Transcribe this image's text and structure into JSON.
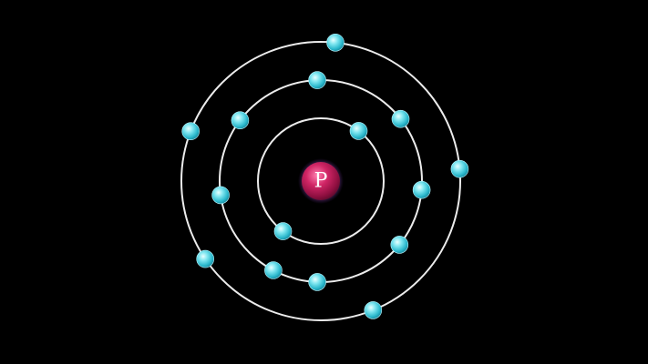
{
  "atom": {
    "nucleus": {
      "symbol": "P",
      "color": "#c2185b"
    },
    "shells": [
      {
        "name": "shell-1",
        "electron_count": 2
      },
      {
        "name": "shell-2",
        "electron_count": 8
      },
      {
        "name": "shell-3",
        "electron_count": 5
      }
    ]
  },
  "colors": {
    "background": "#000000",
    "orbit": "#ececec",
    "electron": "#3fd0e0",
    "nucleus": "#c2185b"
  }
}
